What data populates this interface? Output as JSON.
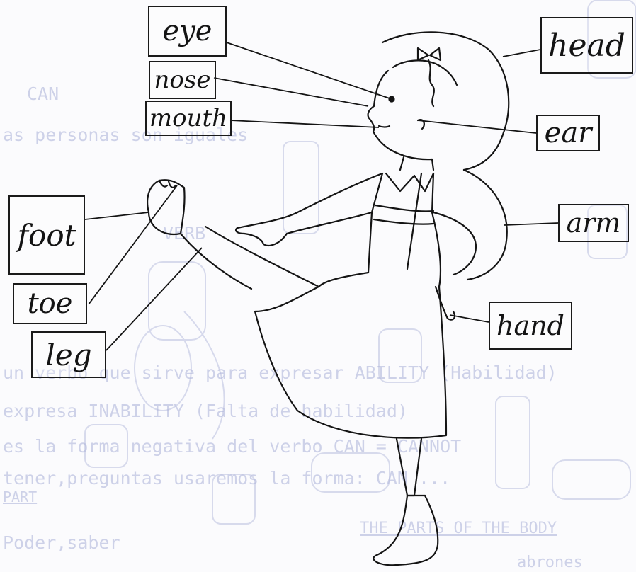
{
  "labels": {
    "eye": "eye",
    "nose": "nose",
    "mouth": "mouth",
    "head": "head",
    "ear": "ear",
    "foot": "foot",
    "toe": "toe",
    "leg": "leg",
    "arm": "arm",
    "hand": "hand"
  },
  "background_text": {
    "line1": "CAN",
    "line2": "as personas son iguales",
    "line3": "VERB",
    "line4": "un verbo que sirve para expresar ABILITY (Habilidad)",
    "line5": "expresa INABILITY (Falta de habilidad)",
    "line6": "es la forma negativa del verbo CAN = CANNOT",
    "line7": "tener,preguntas usaremos la forma: CAN ...",
    "line8": "PART",
    "line9": "Poder,saber",
    "line10": "THE PARTS OF THE BODY",
    "line11": "abrones"
  },
  "colors": {
    "ink": "#141414",
    "faded_print": "#a9b0d8",
    "paper": "#fbfbfd"
  }
}
